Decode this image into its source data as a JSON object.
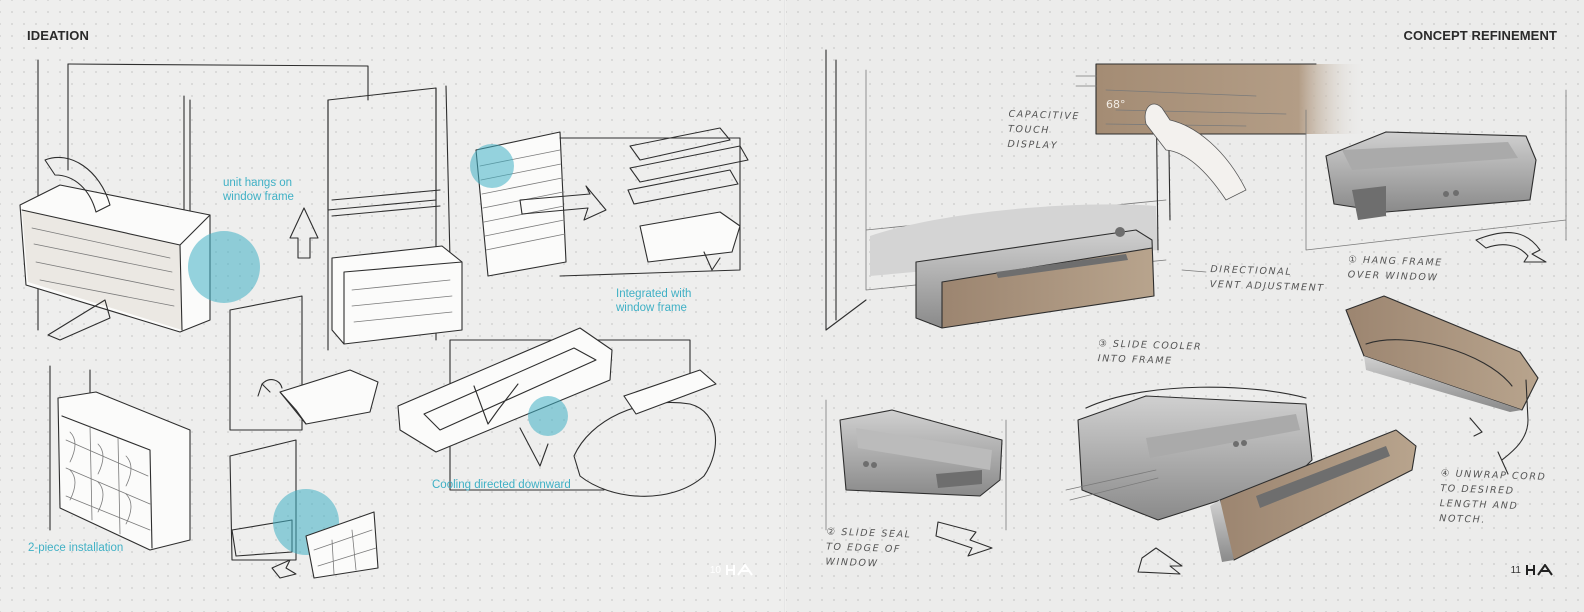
{
  "left_page": {
    "title": "IDEATION",
    "callouts": {
      "hang": [
        "unit hangs on",
        "window frame"
      ],
      "integrated": [
        "Integrated with",
        "window frame"
      ],
      "cooling": "Cooling directed downward",
      "install": "2-piece installation"
    },
    "page_number": "10",
    "logo_icon": "ha-logo-icon"
  },
  "right_page": {
    "title": "CONCEPT REFINEMENT",
    "annotations": {
      "touch": [
        "CAPACITIVE",
        "TOUCH",
        "DISPLAY"
      ],
      "display_temp": "68°",
      "vent": [
        "DIRECTIONAL",
        "VENT ADJUSTMENT"
      ],
      "step1": [
        "① HANG FRAME",
        "OVER WINDOW"
      ],
      "step2": [
        "② SLIDE SEAL",
        "TO EDGE OF",
        "WINDOW"
      ],
      "step3": [
        "③ SLIDE COOLER",
        "INTO FRAME"
      ],
      "step4": [
        "④ UNWRAP CORD",
        "TO DESIRED",
        "LENGTH AND",
        "NOTCH."
      ]
    },
    "page_number": "11",
    "logo_icon": "ha-logo-icon"
  },
  "colors": {
    "accent": "#3fb0c5",
    "wood": "#a9937c",
    "ink": "#2e2e2e"
  }
}
